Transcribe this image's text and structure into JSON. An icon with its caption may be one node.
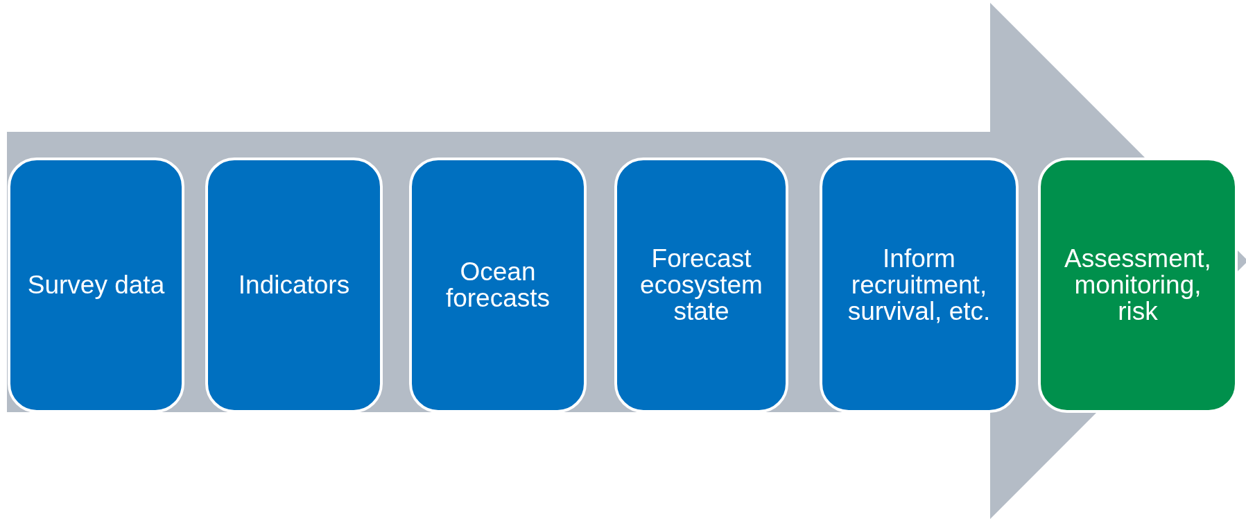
{
  "diagram": {
    "nodes": [
      {
        "text": [
          "Survey data"
        ]
      },
      {
        "text": [
          "Indicators"
        ]
      },
      {
        "text": [
          "Ocean forecasts"
        ]
      },
      {
        "text": [
          "Forecast ecosystem state"
        ]
      },
      {
        "text": [
          "Inform recruitment, survival, etc."
        ]
      },
      {
        "text": [
          "Assessment, monitoring, risk"
        ]
      }
    ],
    "edges": [
      {
        "from": 0,
        "to": 5,
        "arrow": "to"
      }
    ]
  }
}
